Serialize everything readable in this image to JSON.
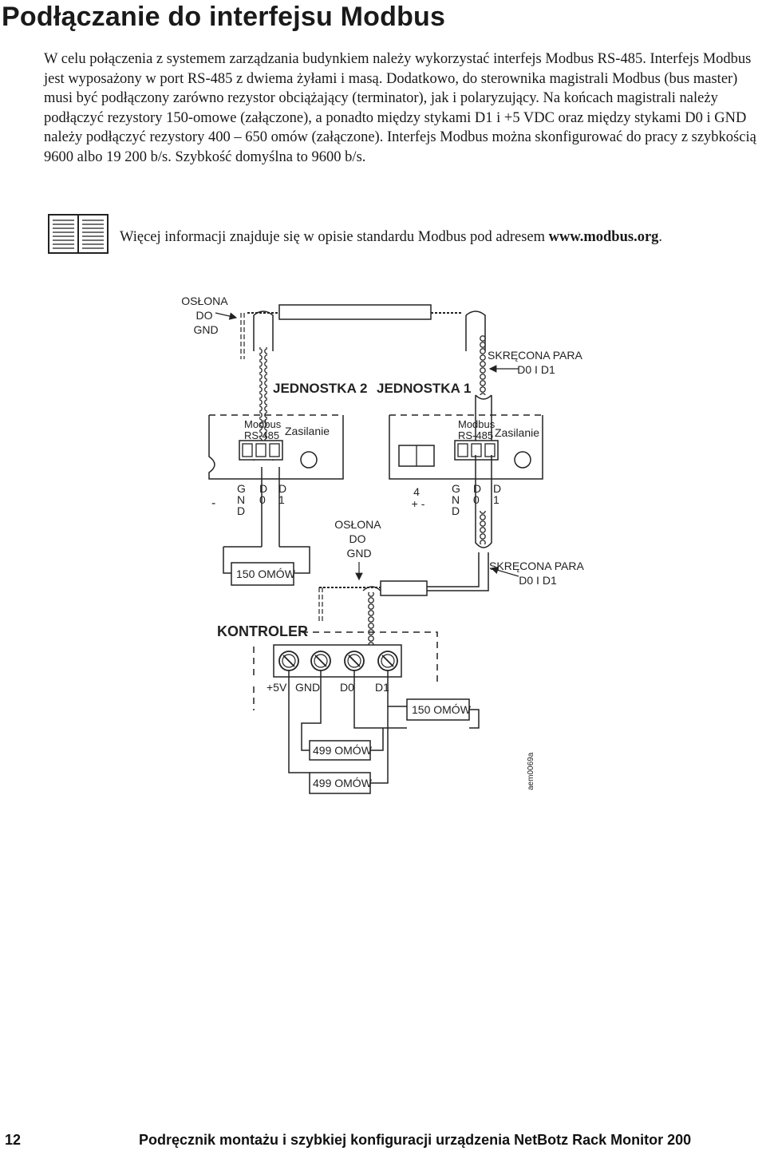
{
  "title": "Podłączanie do interfejsu Modbus",
  "paragraph": "W celu połączenia z systemem zarządzania budynkiem należy wykorzystać interfejs Modbus RS-485. Interfejs Modbus jest wyposażony w port RS-485 z dwiema żyłami i masą. Dodatkowo, do sterownika magistrali Modbus (bus master) musi być podłączony zarówno rezystor obciążający (terminator), jak i polaryzujący. Na końcach magistrali należy podłączyć rezystory 150-omowe (załączone), a ponadto między stykami D1 i +5 VDC oraz między stykami D0 i GND należy podłączyć rezystory 400 – 650 omów (załączone). Interfejs Modbus można skonfigurować do pracy z szybkością 9600 albo 19 200 b/s. Szybkość domyślna to 9600 b/s.",
  "note": {
    "text": "Więcej informacji znajduje się w opisie standardu Modbus pod adresem ",
    "link": "www.modbus.org",
    "end": ".",
    "icon": "book-icon"
  },
  "diagram": {
    "shield_label_1": [
      "OSŁONA",
      "DO",
      "GND"
    ],
    "twisted_pair_label_1": [
      "SKRĘCONA PARA",
      "D0 I D1"
    ],
    "unit2_label": "JEDNOSTKA 2",
    "unit1_label": "JEDNOSTKA 1",
    "modbus_label": [
      "Modbus",
      "RS-485"
    ],
    "power_label": "Zasilanie",
    "pin_gnd": [
      "G",
      "N",
      "D"
    ],
    "pin_d0": [
      "D",
      "0"
    ],
    "pin_d1": [
      "D",
      "1"
    ],
    "minus": "-",
    "power_pins": [
      "4",
      "+ -"
    ],
    "shield_label_2": [
      "OSŁONA",
      "DO",
      "GND"
    ],
    "resistor_150_a": "150 OMÓW",
    "twisted_pair_label_2": [
      "SKRĘCONA PARA",
      "D0 I D1"
    ],
    "controller_label": "KONTROLER",
    "controller_pins": [
      "+5V",
      "GND",
      "D0",
      "D1"
    ],
    "resistor_150_b": "150 OMÓW",
    "resistor_499_a": "499 OMÓW",
    "resistor_499_b": "499 OMÓW",
    "figure_code": "aem0069a"
  },
  "footer": {
    "page_number": "12",
    "doc_title": "Podręcznik montażu i szybkiej konfiguracji urządzenia NetBotz Rack Monitor 200"
  }
}
